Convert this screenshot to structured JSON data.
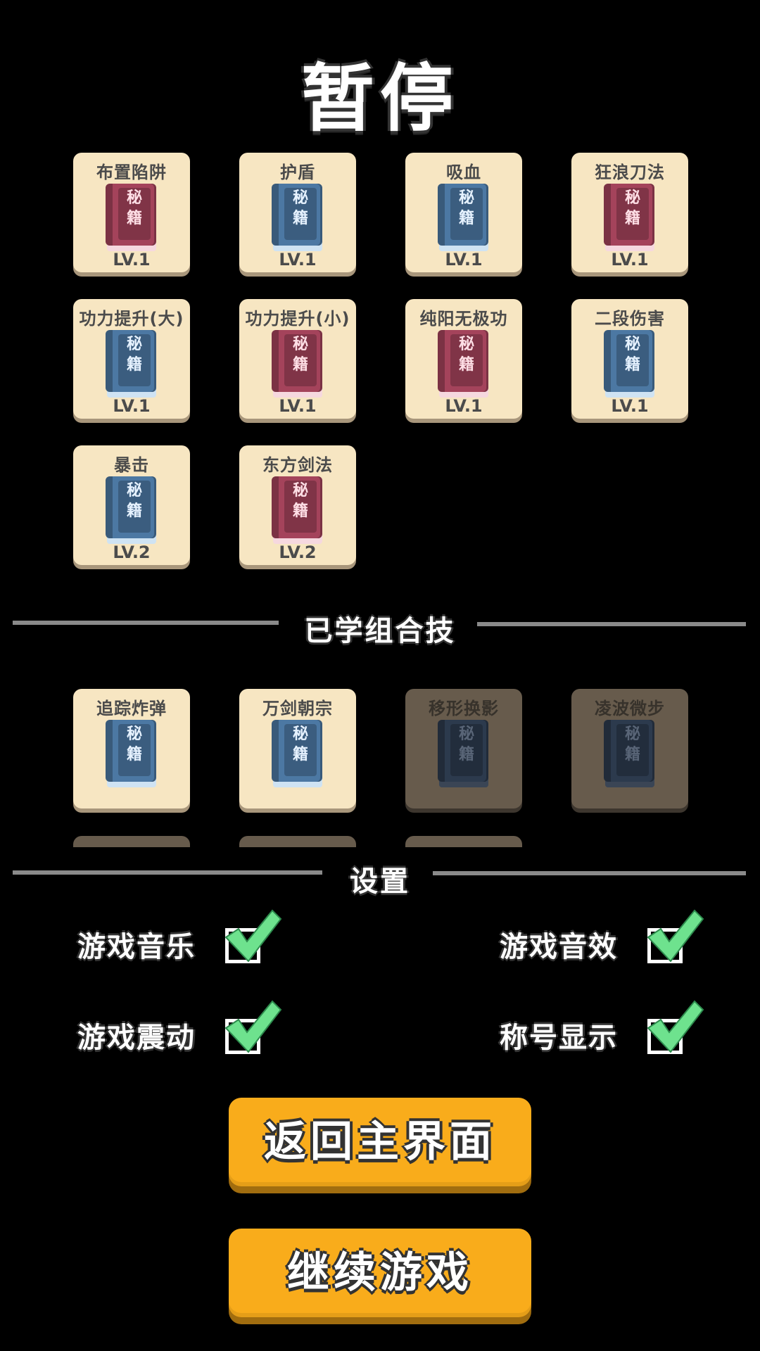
{
  "title": "暂停",
  "book_chars": [
    "秘",
    "籍"
  ],
  "skills": [
    {
      "name": "布置陷阱",
      "level": "LV.1",
      "book": "red"
    },
    {
      "name": "护盾",
      "level": "LV.1",
      "book": "blue"
    },
    {
      "name": "吸血",
      "level": "LV.1",
      "book": "blue"
    },
    {
      "name": "狂浪刀法",
      "level": "LV.1",
      "book": "red"
    },
    {
      "name": "功力提升(大)",
      "level": "LV.1",
      "book": "blue"
    },
    {
      "name": "功力提升(小)",
      "level": "LV.1",
      "book": "red"
    },
    {
      "name": "纯阳无极功",
      "level": "LV.1",
      "book": "red"
    },
    {
      "name": "二段伤害",
      "level": "LV.1",
      "book": "blue"
    },
    {
      "name": "暴击",
      "level": "LV.2",
      "book": "blue"
    },
    {
      "name": "东方剑法",
      "level": "LV.2",
      "book": "red"
    }
  ],
  "combo_section": {
    "title": "已学组合技"
  },
  "combos": [
    {
      "name": "追踪炸弹",
      "book": "blue",
      "locked": false
    },
    {
      "name": "万剑朝宗",
      "book": "blue",
      "locked": false
    },
    {
      "name": "移形换影",
      "book": "blue",
      "locked": true
    },
    {
      "name": "凌波微步",
      "book": "blue",
      "locked": true
    }
  ],
  "settings_section": {
    "title": "设置"
  },
  "settings": [
    {
      "label": "游戏音乐",
      "checked": true
    },
    {
      "label": "游戏音效",
      "checked": true
    },
    {
      "label": "游戏震动",
      "checked": true
    },
    {
      "label": "称号显示",
      "checked": true
    }
  ],
  "buttons": {
    "home": "返回主界面",
    "resume": "继续游戏"
  },
  "colors": {
    "card_bg": "#f7e6c2",
    "locked_bg": "#675b4c",
    "button": "#f9ac1b",
    "check": "#6ee28e"
  }
}
